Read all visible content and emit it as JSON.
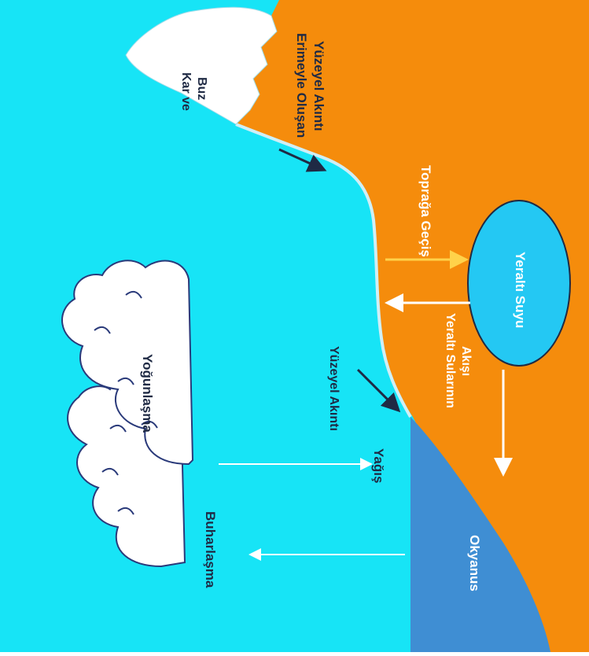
{
  "labels": {
    "snow_ice_line1": "Kar ve",
    "snow_ice_line2": "Buz",
    "melt_runoff_line1": "Erimeyle Oluşan",
    "melt_runoff_line2": "Yüzeyel Akıntı",
    "infiltration": "Toprağa Geçiş",
    "groundwater": "Yeraltı Suyu",
    "groundwater_flow_line1": "Yeraltı Sularının",
    "groundwater_flow_line2": "Akışı",
    "surface_runoff": "Yüzeyel Akıntı",
    "condensation": "Yoğunlaşma",
    "precipitation": "Yağış",
    "evaporation": "Buharlaşma",
    "ocean": "Okyanus"
  },
  "colors": {
    "sky": "#17e4f6",
    "land": "#f58c0c",
    "ocean": "#3f8ed3",
    "groundwater": "#24c8f3",
    "snow": "#ffffff",
    "cloud": "#ffffff",
    "arrow_dark": "#1f2a44",
    "arrow_light": "#ffffff",
    "arrow_yellow": "#ffd24a"
  }
}
